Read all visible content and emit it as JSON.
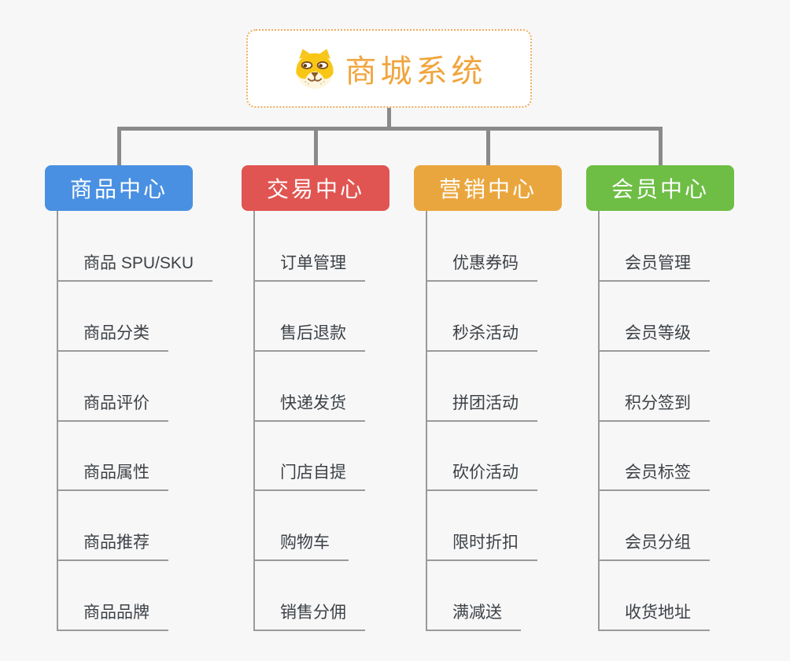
{
  "root": {
    "title": "商城系统",
    "icon": "shiba-dog"
  },
  "colors": {
    "background": "#f7f7f7",
    "root_text": "#f0a53e",
    "root_border": "#edac5c",
    "connector": "#8a8a8a",
    "child_line": "#9a9a9a",
    "child_text": "#3d4247"
  },
  "branches": [
    {
      "label": "商品中心",
      "color": "#4a90e2",
      "children": [
        "商品 SPU/SKU",
        "商品分类",
        "商品评价",
        "商品属性",
        "商品推荐",
        "商品品牌"
      ]
    },
    {
      "label": "交易中心",
      "color": "#e05552",
      "children": [
        "订单管理",
        "售后退款",
        "快递发货",
        "门店自提",
        "购物车",
        "销售分佣"
      ]
    },
    {
      "label": "营销中心",
      "color": "#eaa63e",
      "children": [
        "优惠券码",
        "秒杀活动",
        "拼团活动",
        "砍价活动",
        "限时折扣",
        "满减送"
      ]
    },
    {
      "label": "会员中心",
      "color": "#6ebe45",
      "children": [
        "会员管理",
        "会员等级",
        "积分签到",
        "会员标签",
        "会员分组",
        "收货地址"
      ]
    }
  ]
}
